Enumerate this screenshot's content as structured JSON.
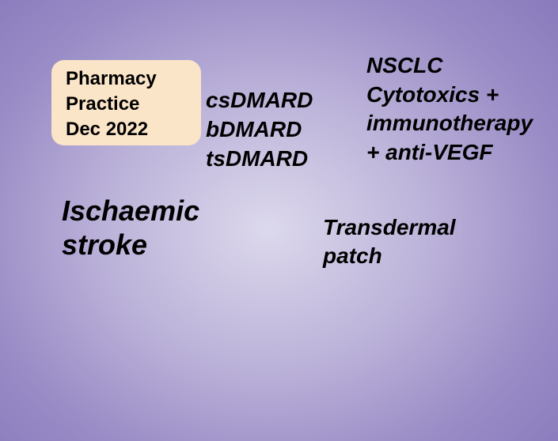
{
  "title_box": {
    "lines": [
      "Pharmacy",
      "Practice",
      "Dec 2022"
    ],
    "background": "#fbe5c8"
  },
  "terms": {
    "dmards": [
      "csDMARD",
      "bDMARD",
      "tsDMARD"
    ],
    "nsclc": [
      "NSCLC",
      "Cytotoxics +",
      "immunotherapy",
      "+ anti-VEGF"
    ],
    "stroke": [
      "Ischaemic",
      "stroke"
    ],
    "patch": [
      "Transdermal",
      "patch"
    ]
  },
  "colors": {
    "background_center": "#dcd8ec",
    "background_edge": "#8a7bbd",
    "text": "#000000"
  }
}
